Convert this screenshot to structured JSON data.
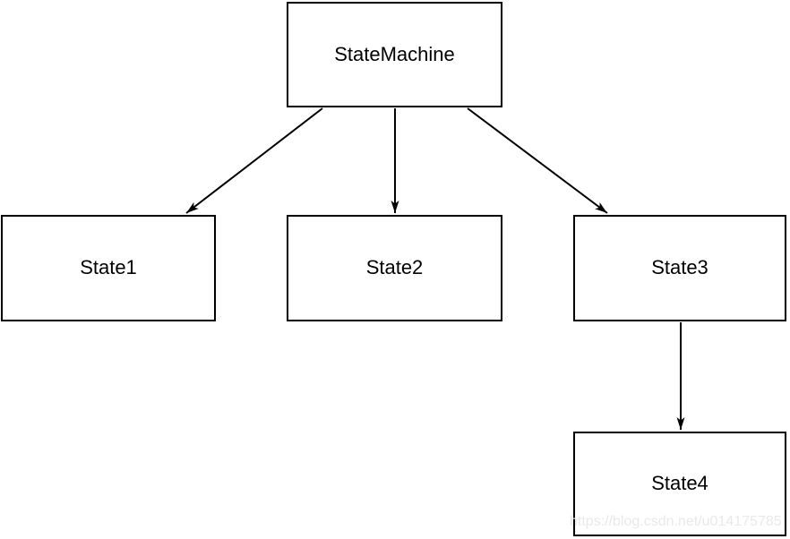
{
  "diagram": {
    "nodes": [
      {
        "id": "statemachine",
        "label": "StateMachine"
      },
      {
        "id": "state1",
        "label": "State1"
      },
      {
        "id": "state2",
        "label": "State2"
      },
      {
        "id": "state3",
        "label": "State3"
      },
      {
        "id": "state4",
        "label": "State4"
      }
    ],
    "edges": [
      {
        "from": "StateMachine",
        "to": "State1",
        "style": "arrow"
      },
      {
        "from": "StateMachine",
        "to": "State2",
        "style": "arrow"
      },
      {
        "from": "StateMachine",
        "to": "State3",
        "style": "arrow"
      },
      {
        "from": "State3",
        "to": "State4",
        "style": "arrow"
      }
    ],
    "colors": {
      "background": "#ffffff",
      "node_fill": "#ffffff",
      "node_border": "#000000",
      "text": "#000000",
      "arrow": "#000000",
      "watermark": "#e9e9e9"
    }
  },
  "watermark": {
    "text": "https://blog.csdn.net/u014175785"
  }
}
